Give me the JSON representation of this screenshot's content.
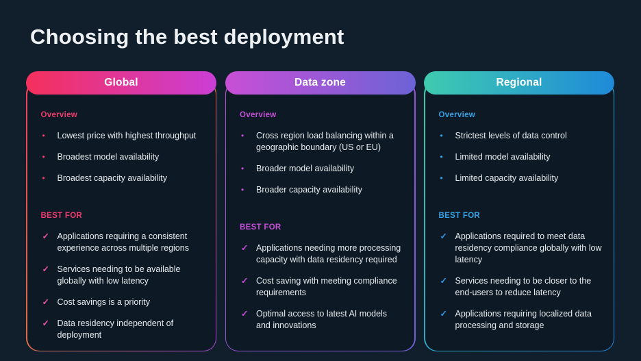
{
  "title": "Choosing the best deployment",
  "icons": {
    "bullet_glyph": "•",
    "check_glyph": "✓"
  },
  "colors": {
    "page_bg": "#101f2b",
    "card_bg": "#0d1a25",
    "title_text": "#eef1f3",
    "body_text": "#e6eaed",
    "header_text": "#ffffff"
  },
  "cards": [
    {
      "title": "Global",
      "overview_label": "Overview",
      "best_for_label": "BEST FOR",
      "overview_items": [
        "Lowest price with highest throughput",
        "Broadest model availability",
        "Broadest capacity availability"
      ],
      "best_for_items": [
        "Applications requiring a consistent experience across multiple regions",
        "Services needing to be available globally with low latency",
        "Cost savings is a priority",
        "Data residency independent of deployment"
      ],
      "colors": {
        "h1": "#f5305c",
        "h2": "#ca3ed6",
        "b1": "#f23f5a",
        "b2": "#e0703c",
        "b3": "#a94ad6",
        "accent": "#f13a6e",
        "check": "#e84fa2"
      }
    },
    {
      "title": "Data zone",
      "overview_label": "Overview",
      "best_for_label": "BEST FOR",
      "overview_items": [
        "Cross region load balancing within a geographic boundary (US or EU)",
        "Broader model availability",
        "Broader capacity availability"
      ],
      "best_for_items": [
        "Applications needing more processing capacity with data residency required",
        "Cost saving with meeting compliance requirements",
        "Optimal access to latest AI models and innovations"
      ],
      "colors": {
        "h1": "#c84fd6",
        "h2": "#6c63d6",
        "b1": "#bf4ecf",
        "b2": "#9a52d4",
        "b3": "#6f5fd8",
        "accent": "#c44fd8",
        "check": "#c44fd8"
      }
    },
    {
      "title": "Regional",
      "overview_label": "Overview",
      "best_for_label": "BEST FOR",
      "overview_items": [
        "Strictest levels of data control",
        "Limited model availability",
        "Limited capacity availability"
      ],
      "best_for_items": [
        "Applications required to meet data residency compliance globally with low latency",
        "Services needing to be closer to the end-users to reduce latency",
        "Applications requiring localized data processing and storage"
      ],
      "colors": {
        "h1": "#3fcbb0",
        "h2": "#1f8ad9",
        "b1": "#3ec9a7",
        "b2": "#2fa9c2",
        "b3": "#2388dc",
        "accent": "#33a3e8",
        "check": "#3392e0"
      }
    }
  ]
}
